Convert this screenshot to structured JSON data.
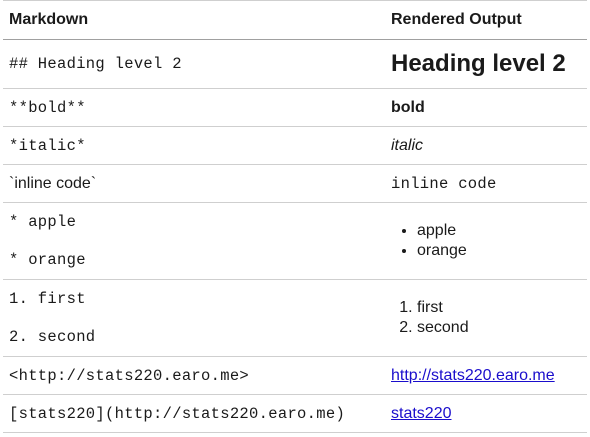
{
  "headers": {
    "markdown": "Markdown",
    "rendered": "Rendered Output"
  },
  "rows": {
    "heading": {
      "md": "## Heading level 2",
      "out": "Heading level 2"
    },
    "bold": {
      "md": "**bold**",
      "out": "bold"
    },
    "italic": {
      "md": "*italic*",
      "out": "italic"
    },
    "code": {
      "md": "`inline code`",
      "out": "inline code"
    },
    "ulist": {
      "md": [
        "* apple",
        "* orange"
      ],
      "out": [
        "apple",
        "orange"
      ]
    },
    "olist": {
      "md": [
        "1. first",
        "2. second"
      ],
      "out": [
        "first",
        "second"
      ]
    },
    "autolink": {
      "md": "<http://stats220.earo.me>",
      "out": "http://stats220.earo.me"
    },
    "link": {
      "md": "[stats220](http://stats220.earo.me)",
      "out": "stats220"
    }
  },
  "colors": {
    "link": "#1a0dcc",
    "rule": "#cfcfcf"
  }
}
